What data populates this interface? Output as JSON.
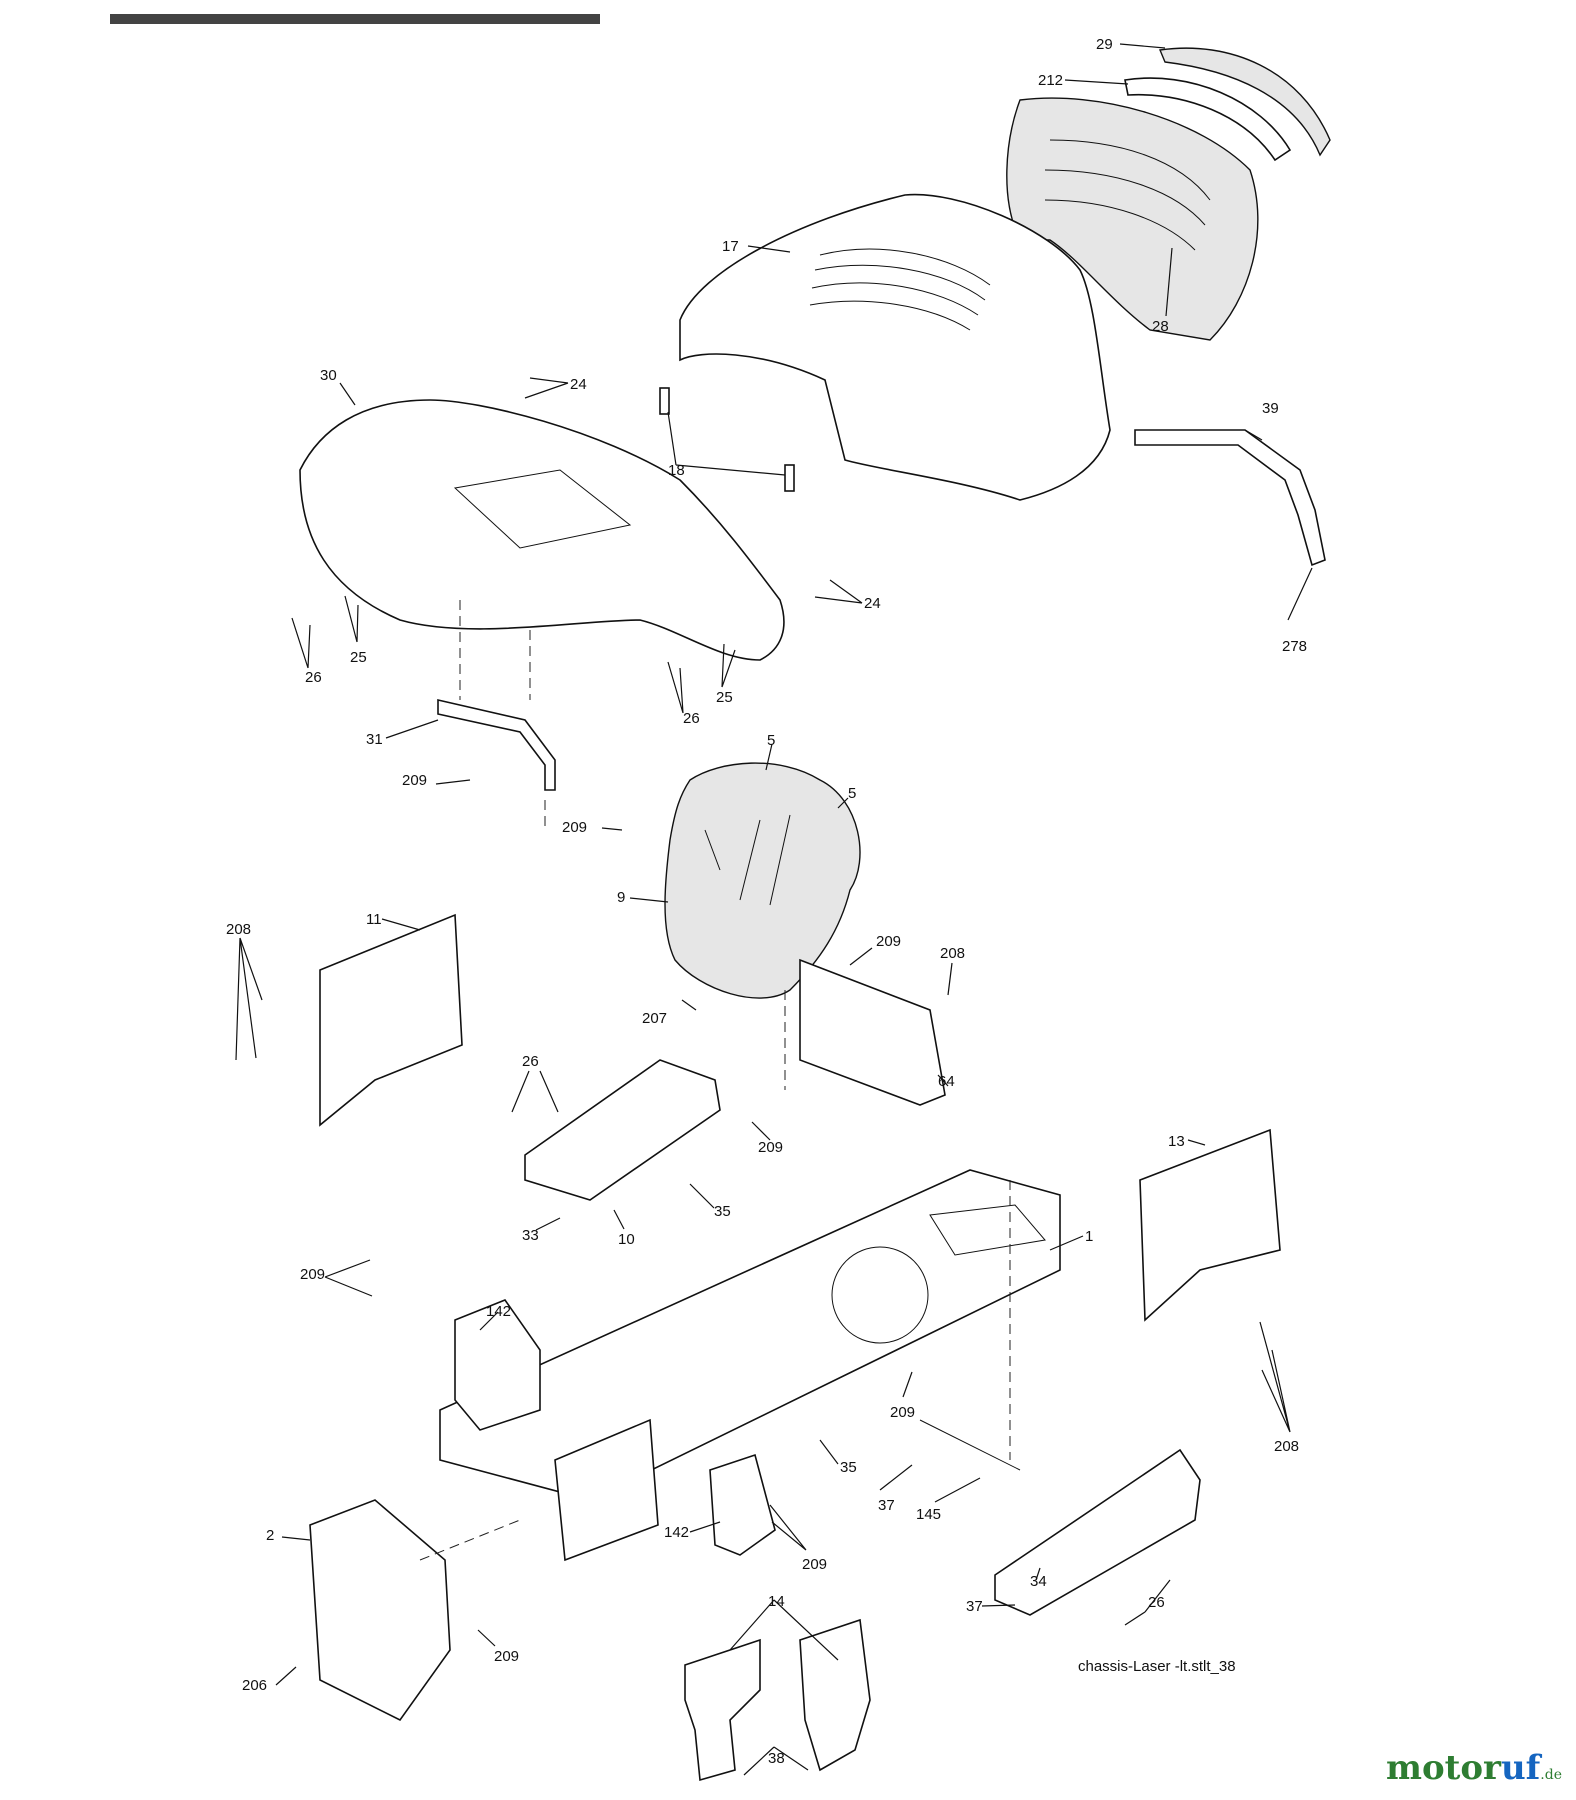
{
  "caption": "chassis-Laser -lt.stlt_38",
  "brand": {
    "main": "motor",
    "accent": "uf",
    "suffix": ".de"
  },
  "colors": {
    "ink": "#111111",
    "brand_green": "#2e7d32",
    "brand_blue": "#1565c0"
  },
  "callouts": [
    "29",
    "212",
    "17",
    "28",
    "30",
    "24",
    "18",
    "39",
    "24",
    "278",
    "26",
    "25",
    "26",
    "25",
    "31",
    "209",
    "5",
    "5",
    "209",
    "9",
    "11",
    "208",
    "209",
    "208",
    "207",
    "64",
    "26",
    "209",
    "35",
    "33",
    "10",
    "13",
    "1",
    "209",
    "142",
    "209",
    "35",
    "37",
    "145",
    "208",
    "142",
    "209",
    "2",
    "37",
    "34",
    "26",
    "14",
    "206",
    "209",
    "38"
  ]
}
